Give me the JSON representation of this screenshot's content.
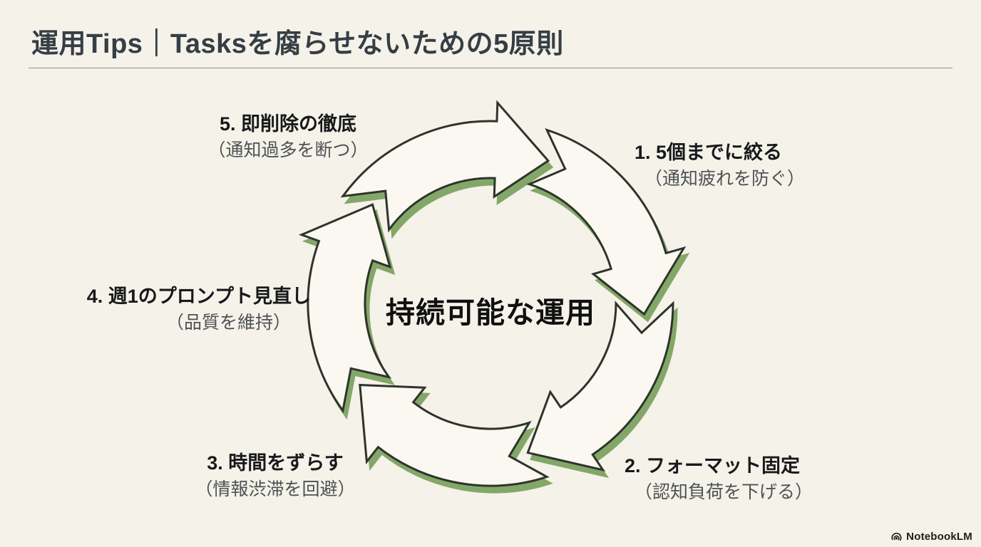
{
  "theme": {
    "background": "#f5f2e9",
    "ink": "#2e342c",
    "accent_green": "#83a768",
    "arrow_fill": "#faf8f0",
    "title_color": "#353e45",
    "label_color": "#17191b",
    "note_color": "#4d5254",
    "divider_color": "#8f928f",
    "brand_color": "#1d1d1b"
  },
  "header": {
    "title": "運用Tips｜Tasksを腐らせないための5原則"
  },
  "diagram": {
    "type": "cycle",
    "direction": "clockwise",
    "center_label": "持続可能な運用",
    "items": [
      {
        "label": "1. 5個までに絞る",
        "note": "（通知疲れを防ぐ）"
      },
      {
        "label": "2. フォーマット固定",
        "note": "（認知負荷を下げる）"
      },
      {
        "label": "3. 時間をずらす",
        "note": "（情報渋滞を回避）"
      },
      {
        "label": "4. 週1のプロンプト見直し",
        "note": "（品質を維持）"
      },
      {
        "label": "5. 即削除の徹底",
        "note": "（通知過多を断つ）"
      }
    ]
  },
  "footer": {
    "brand": "NotebookLM"
  }
}
